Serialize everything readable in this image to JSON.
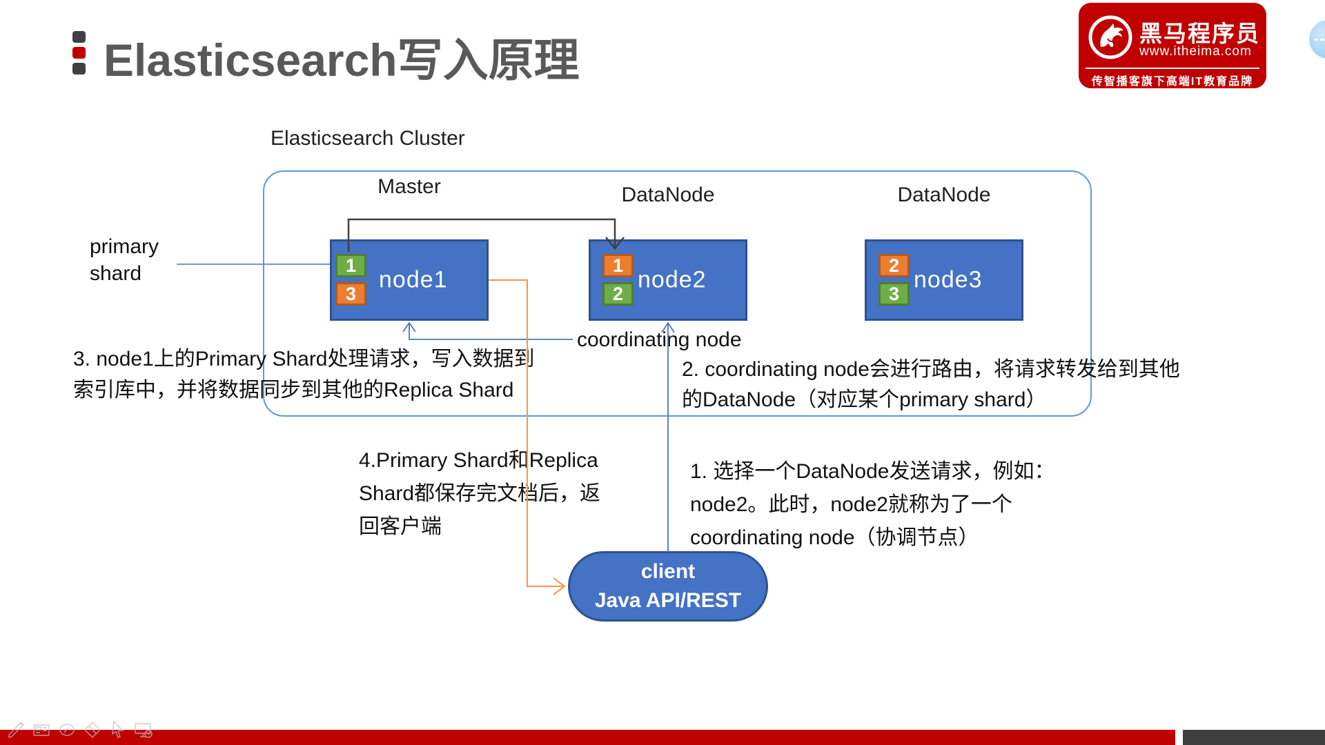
{
  "header": {
    "title": "Elasticsearch写入原理"
  },
  "brand": {
    "name": "黑马程序员",
    "website": "www.itheima.com",
    "tagline": "传智播客旗下高端IT教育品牌"
  },
  "diagram": {
    "cluster_label": "Elasticsearch Cluster",
    "role_labels": {
      "node1": "Master",
      "node2": "DataNode",
      "node3": "DataNode"
    },
    "nodes": [
      {
        "label": "node1",
        "shards": [
          {
            "num": "1",
            "type": "primary"
          },
          {
            "num": "3",
            "type": "replica"
          }
        ]
      },
      {
        "label": "node2",
        "shards": [
          {
            "num": "1",
            "type": "replica"
          },
          {
            "num": "2",
            "type": "primary"
          }
        ]
      },
      {
        "label": "node3",
        "shards": [
          {
            "num": "2",
            "type": "replica"
          },
          {
            "num": "3",
            "type": "primary"
          }
        ]
      }
    ],
    "pointer_labels": {
      "primary_shard": "primary\nshard",
      "coordinating_node": "coordinating node"
    },
    "client": {
      "line1": "client",
      "line2": "Java API/REST"
    },
    "notes": {
      "step1": "1. 选择一个DataNode发送请求，例如：\nnode2。此时，node2就称为了一个\ncoordinating node（协调节点）",
      "step2": "2. coordinating node会进行路由，将请求转发给到其他\n的DataNode（对应某个primary shard）",
      "step3": "3. node1上的Primary Shard处理请求，写入数据到\n索引库中，并将数据同步到其他的Replica Shard",
      "step4": "4.Primary Shard和Replica\nShard都保存完文档后，返\n回客户端"
    }
  },
  "colors": {
    "accent_blue": "#4472C4",
    "node_border": "#2F528F",
    "green": "#6FAD47",
    "green_border": "#507E32",
    "orange": "#ED7D31",
    "orange_border": "#AE5A21",
    "cluster_border": "#5B9BD5",
    "connector_blue": "#4575C4",
    "connector_orange": "#F09A5A",
    "connector_dark": "#404040",
    "brand_red": "#C00000",
    "bar_red": "#BE0000",
    "bar_dark": "#3F3F3F",
    "title_gray": "#595959"
  },
  "toolbar": {
    "icons": [
      "pen",
      "panel",
      "laser-pointer",
      "eraser",
      "cursor",
      "display"
    ]
  }
}
